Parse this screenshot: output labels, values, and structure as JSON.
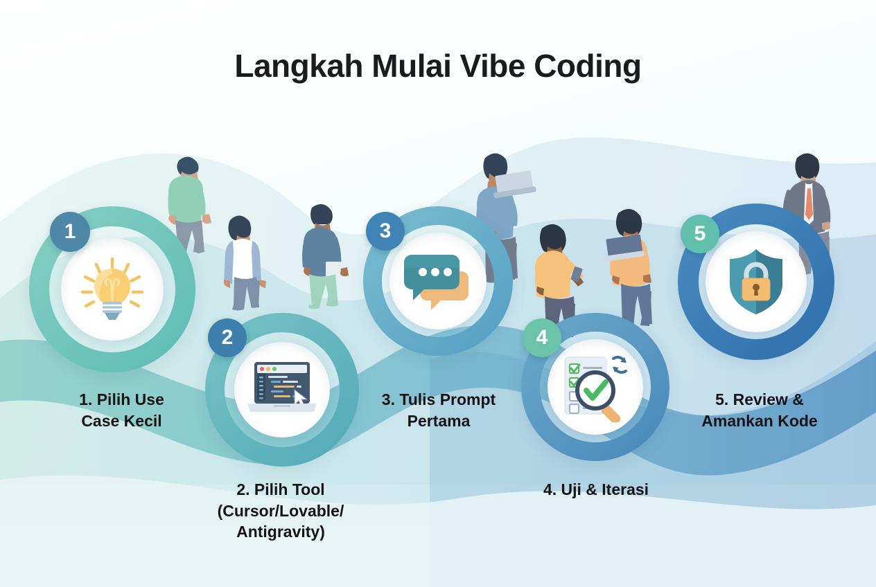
{
  "page": {
    "title": "Langkah Mulai Vibe Coding",
    "background_top": "#ffffff",
    "background_bottom": "#eef8f9",
    "title_color": "#1b1b1d",
    "caption_color": "#141416"
  },
  "palette": {
    "ring_1": "#6cc4b8",
    "ring_2": "#5fb7bd",
    "ring_3": "#68b4c9",
    "ring_4": "#5d9ec4",
    "ring_5": "#3a7cb8",
    "badge_1": "#4f87a8",
    "badge_2": "#3f7fae",
    "badge_3": "#3f84b4",
    "badge_4": "#6cc4a8",
    "badge_5": "#62bfac",
    "wave_light": "#dff0f2",
    "wave_mid": "#bcdfe6",
    "wave_teal": "#8ecfc9",
    "wave_blue": "#6fa9cd",
    "wave_deep": "#4f8fc0",
    "accent_orange": "#f4b267",
    "accent_yellow": "#f7c75e",
    "accent_green": "#4cb963"
  },
  "steps": [
    {
      "number": "1",
      "caption": "1. Pilih Use Case Kecil",
      "icon": "lightbulb-icon",
      "ring_color": "#6cc4b8",
      "badge_color": "#4f87a8"
    },
    {
      "number": "2",
      "caption": "2. Pilih Tool (Cursor/Lovable/ Antigravity)",
      "caption_lines": [
        "2. Pilih Tool",
        "(Cursor/Lovable/",
        "Antigravity)"
      ],
      "icon": "laptop-code-icon",
      "ring_color": "#5fb7bd",
      "badge_color": "#3f7fae"
    },
    {
      "number": "3",
      "caption": "3. Tulis Prompt Pertama",
      "caption_lines": [
        "3. Tulis Prompt",
        "Pertama"
      ],
      "icon": "chat-bubbles-icon",
      "ring_color": "#68b4c9",
      "badge_color": "#3f84b4"
    },
    {
      "number": "4",
      "caption": "4. Uji & Iterasi",
      "caption_lines": [
        "4. Uji & Iterasi"
      ],
      "icon": "checklist-magnifier-icon",
      "ring_color": "#5d9ec4",
      "badge_color": "#6cc4a8"
    },
    {
      "number": "5",
      "caption": "5. Review & Amankan Kode",
      "caption_lines": [
        "5. Review &",
        "Amankan Kode"
      ],
      "icon": "shield-lock-icon",
      "ring_color": "#3a7cb8",
      "badge_color": "#62bfac"
    }
  ],
  "captions": {
    "s1_l1": "1. Pilih Use",
    "s1_l2": "Case Kecil",
    "s2_l1": "2. Pilih Tool",
    "s2_l2": "(Cursor/Lovable/",
    "s2_l3": "Antigravity)",
    "s3_l1": "3. Tulis Prompt",
    "s3_l2": "Pertama",
    "s4_l1": "4. Uji & Iterasi",
    "s5_l1": "5. Review &",
    "s5_l2": "Amankan Kode"
  },
  "people": [
    {
      "name": "person-walking-green-shirt",
      "shirt": "#8fcfb8",
      "pants": "#8e9bab"
    },
    {
      "name": "person-walking-woman-blazer",
      "shirt": "#ffffff",
      "blazer": "#a7bdd6",
      "pants": "#8696ad"
    },
    {
      "name": "person-walking-man-folder",
      "shirt": "#5b7e9e",
      "pants": "#9ed3bc"
    },
    {
      "name": "person-standing-laptop-beard",
      "shirt": "#7ca3c4",
      "pants": "#747f8f"
    },
    {
      "name": "person-standing-phone-woman",
      "shirt": "#f6c177",
      "pants": "#58627a"
    },
    {
      "name": "person-standing-laptop-orange",
      "shirt": "#f6b97a",
      "pants": "#5d7395"
    },
    {
      "name": "person-businessman-tie",
      "suit": "#6b7484",
      "tie": "#e4886b",
      "shirt": "#ffffff"
    }
  ]
}
